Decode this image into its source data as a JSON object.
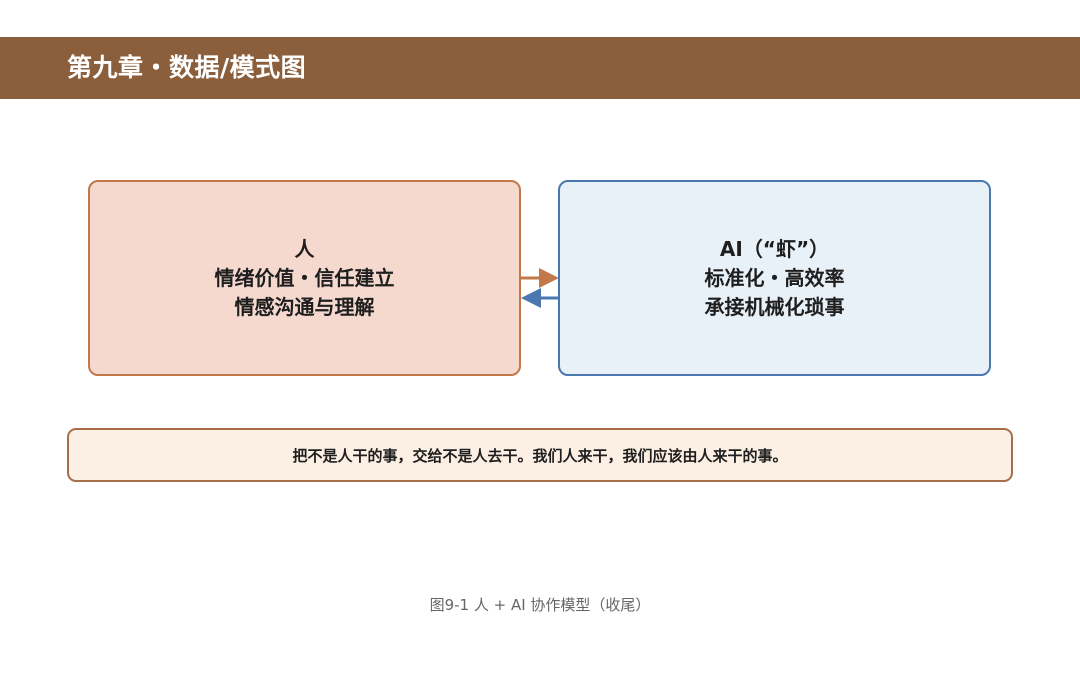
{
  "header": {
    "title": "第九章・数据/模式图"
  },
  "diagram": {
    "human_box": {
      "title": "人",
      "line1": "情绪价值・信任建立",
      "line2": "情感沟通与理解",
      "fill": "#f5d9cf",
      "border": "#c2784a"
    },
    "ai_box": {
      "title": "AI（“虾”）",
      "line1": "标准化・高效率",
      "line2": "承接机械化琐事",
      "fill": "#e8f0f8",
      "border": "#4a78ae"
    },
    "arrow_colors": {
      "to_ai": "#c2784a",
      "to_human": "#4a78ae"
    }
  },
  "quote": {
    "text": "把不是人干的事，交给不是人去干。我们人来干，我们应该由人来干的事。"
  },
  "caption": {
    "text": "图9-1 人 + AI 协作模型（收尾）"
  },
  "colors": {
    "header_bg": "#8b5e3c",
    "quote_bg": "#fcefe4",
    "quote_border": "#a86e4a"
  }
}
